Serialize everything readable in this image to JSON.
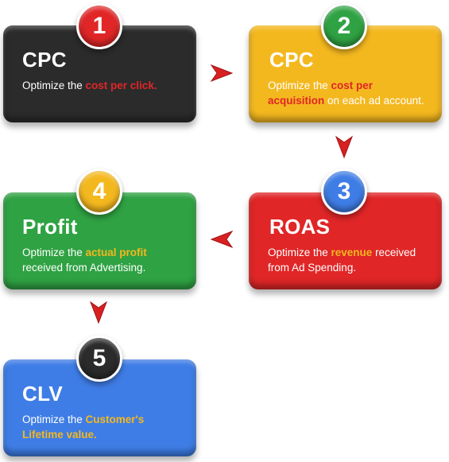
{
  "colors": {
    "dark": "#2b2b2b",
    "yellow": "#f4b81f",
    "red": "#e02627",
    "green": "#2fa243",
    "blue": "#3f7de6",
    "highlight_red": "#e02627",
    "highlight_yellow": "#f4b81f"
  },
  "steps": [
    {
      "number": "1",
      "title": "CPC",
      "text_before": "Optimize the ",
      "highlight": "cost per click.",
      "text_after": "",
      "highlight_color": "#e02627"
    },
    {
      "number": "2",
      "title": "CPC",
      "text_before": "Optimize the ",
      "highlight": "cost per acquisition",
      "text_after": " on each ad account.",
      "highlight_color": "#e02627"
    },
    {
      "number": "3",
      "title": "ROAS",
      "text_before": "Optimize the ",
      "highlight": "revenue",
      "text_after": " received from Ad Spending.",
      "highlight_color": "#f4b81f"
    },
    {
      "number": "4",
      "title": "Profit",
      "text_before": "Optimize the ",
      "highlight": "actual profit",
      "text_after": " received from Advertising.",
      "highlight_color": "#f4b81f"
    },
    {
      "number": "5",
      "title": "CLV",
      "text_before": "Optimize the ",
      "highlight": "Customer's Lifetime value.",
      "text_after": "",
      "highlight_color": "#f4b81f"
    }
  ]
}
